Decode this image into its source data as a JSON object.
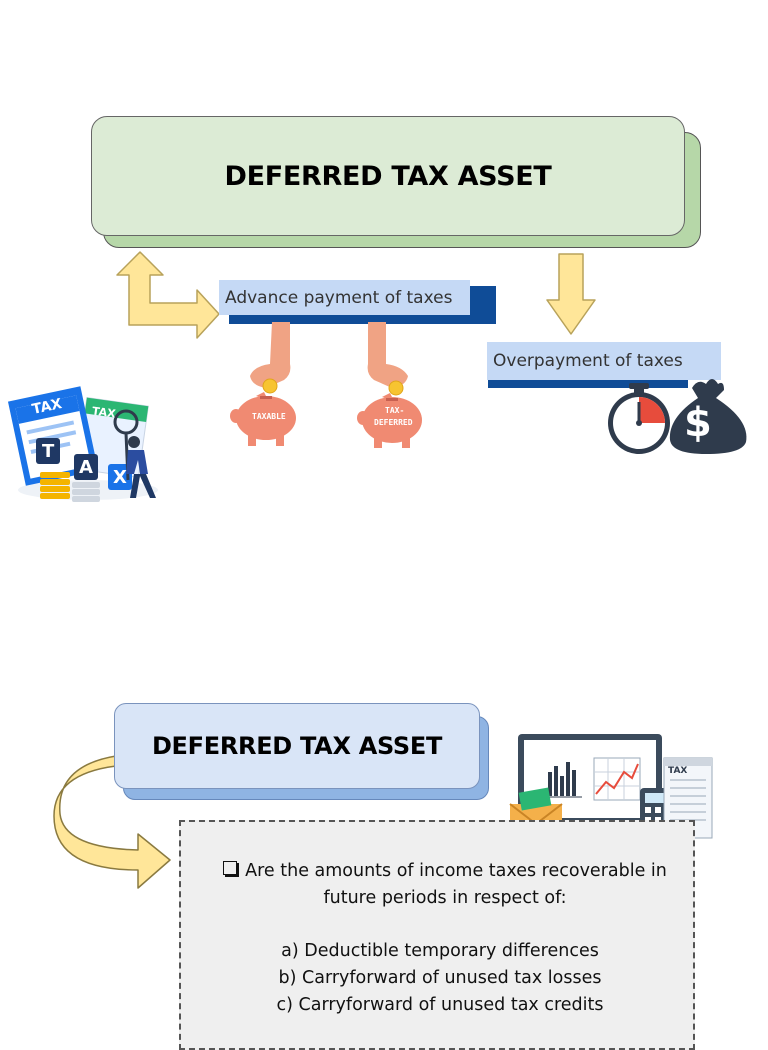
{
  "diagram1": {
    "title": "DEFERRED TAX ASSET",
    "label_advance": "Advance payment of taxes",
    "label_overpayment": "Overpayment of taxes",
    "pig_left_label": "TAXABLE",
    "pig_right_label_1": "TAX-",
    "pig_right_label_2": "DEFERRED",
    "tax_doc_label_1": "TAX",
    "tax_doc_label_2": "TAX",
    "tax_letters": [
      "T",
      "A",
      "X"
    ],
    "money_bag_symbol": "$"
  },
  "diagram2": {
    "title": "DEFERRED TAX ASSET",
    "bullet_line_1": "Are the amounts of income taxes recoverable in",
    "bullet_line_2": "future periods in respect of:",
    "items": [
      "a)   Deductible temporary differences",
      "b)   Carryforward of unused tax losses",
      "c)   Carryforward of unused tax credits"
    ],
    "monitor_tax_label": "TAX"
  },
  "colors": {
    "title_box_fill": "#dcebd5",
    "title_box_shadow": "#b6d7a8",
    "label_fill": "#c5d9f5",
    "label_shadow": "#0f4c97",
    "arrow_fill": "#ffe699",
    "arrow_stroke": "#b8a25a",
    "piggy": "#f08a72",
    "title2_fill": "#d9e5f7"
  }
}
